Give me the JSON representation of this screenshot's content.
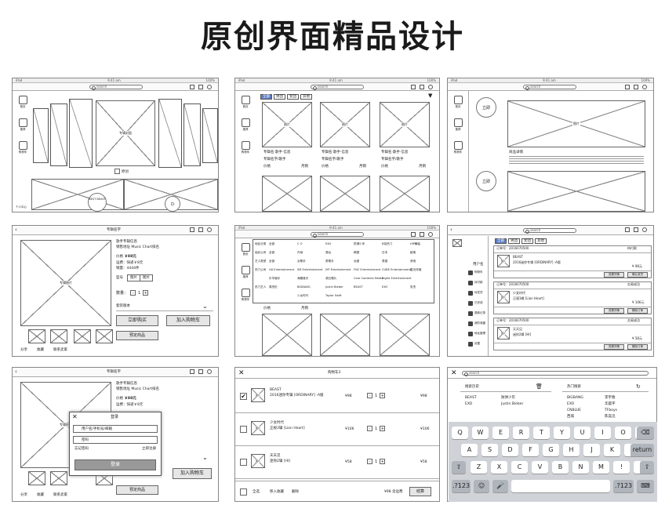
{
  "page_title": "原创界面精品设计",
  "search": "search",
  "statusbar": {
    "left": "iPad",
    "center": "9:41 am",
    "right": "100%"
  },
  "f1": {
    "side": [
      "首页",
      "推荐",
      "购物车",
      "个人中心"
    ],
    "cover_label": "专辑封面",
    "radio": "原创",
    "disc": [
      "BEST\nBEAST",
      "D"
    ]
  },
  "f2": {
    "tabs": [
      "全部",
      "男团",
      "女团",
      "其他"
    ],
    "cards": [
      {
        "img": "图片",
        "title": "专辑名·歌手·信息",
        "sub": "专辑名字/歌手",
        "price": "价格",
        "sales": "月销"
      },
      {
        "img": "图片",
        "title": "专辑名·歌手·信息",
        "sub": "专辑名字/歌手",
        "price": "价格",
        "sales": "月销"
      },
      {
        "img": "图片",
        "title": "专辑名·歌手·信息",
        "sub": "专辑名字/歌手",
        "price": "价格",
        "sales": "月销"
      }
    ]
  },
  "f3": {
    "circles": [
      "立即",
      "立即"
    ],
    "img": "图片",
    "heading": "商品详情"
  },
  "f4": {
    "name": "专辑名字",
    "img": "专辑图片",
    "info1": "歌手专辑信息",
    "info2": "销售地址 Music Chart排名",
    "price_lbl": "价格",
    "price": "￥88元",
    "stock": "运费：快递￥8元",
    "sales": "销量：4444件",
    "opt": "型号",
    "opt_vals": [
      "图片",
      "图片"
    ],
    "qty_lbl": "数量：",
    "qty": "1",
    "select": "套装版本",
    "buy": "立即购买",
    "cart": "加入购物车",
    "wish": "预定商品",
    "bottom": [
      "分享",
      "收藏",
      "联系卖家"
    ]
  },
  "f5": {
    "menu": [
      [
        "地区分类",
        "全部",
        "C O",
        "EXO",
        "防弹少年",
        "B站热门",
        "HIP舞曲"
      ],
      [
        "经纪公司",
        "全部",
        "内地",
        "港台",
        "韩国",
        "日本",
        "欧美"
      ],
      [
        "艺人类型",
        "全部",
        "女歌手",
        "男歌手",
        "女团",
        "男团",
        "其他"
      ],
      [
        "热门公司",
        "HA Entertainment",
        "SM Entertainment",
        "JYP Entertainment",
        "FNC Entertainment",
        "CUBE Entertainment",
        "星光传媒"
      ],
      [
        "",
        "乐华娱乐",
        "海蝶音乐",
        "滚石唱片",
        "Core Contents Media",
        "Bighit Entertainment",
        ""
      ],
      [
        "热门艺人",
        "周杰伦",
        "BIGBANG",
        "Justin Bieber",
        "BEAST",
        "EXO",
        "张杰"
      ],
      [
        "",
        "",
        "少女时代",
        "Taylor Swift",
        "",
        "",
        ""
      ]
    ]
  },
  "f6": {
    "side": [
      "购物车",
      "待付款",
      "待发货",
      "已完成",
      "退款记录",
      "我的收藏",
      "地址管理",
      "设置"
    ],
    "user": "用户名",
    "orders": [
      {
        "no": "订单号：2016070500",
        "status": "待付款",
        "artist": "BEAST",
        "album": "2016迷你专辑 [ORDINARY] -A版",
        "btns": [
          "查看详情",
          "确认收货"
        ],
        "total": "¥ 98元"
      },
      {
        "no": "订单号：2016070500",
        "status": "交易成功",
        "artist": "少女时代",
        "album": "正规3辑 [Lion Heart]",
        "btns": [
          "查看详情",
          "删除订单"
        ],
        "total": "¥ 106元"
      },
      {
        "no": "订单号：2016070500",
        "status": "交易成功",
        "artist": "天天见",
        "album": "迷你2辑 [HI]",
        "btns": [
          "查看详情",
          "删除订单"
        ],
        "total": "¥ 58元"
      }
    ]
  },
  "f7": {
    "login": "登录",
    "field1": "用户名/手机号/邮箱",
    "field2": "密码",
    "forget": "忘记密码",
    "register": "立即注册",
    "submit": "登录",
    "wish": "预定商品",
    "cart": "加入购物车"
  },
  "f8": {
    "title": "购物车3",
    "rows": [
      {
        "checked": true,
        "img": "图片",
        "artist": "BEAST",
        "album": "2016迷你专辑 [ORDINARY] -A版",
        "price": "¥98",
        "qty": "1",
        "sum": "¥98"
      },
      {
        "checked": false,
        "img": "图片",
        "artist": "少女时代",
        "album": "正规3辑 [Lion Heart]",
        "price": "¥106",
        "qty": "1",
        "sum": "¥106"
      },
      {
        "checked": false,
        "img": "图片",
        "artist": "天天见",
        "album": "迷你2辑 [HI]",
        "price": "¥58",
        "qty": "1",
        "sum": "¥58"
      }
    ],
    "footer": {
      "all": "全选",
      "fav": "移入收藏",
      "del": "删除",
      "total": "¥98",
      "ship": "含运费",
      "pay": "结算"
    }
  },
  "f9": {
    "hist": "搜索历史",
    "hot": "热门搜索",
    "hist_items": [
      [
        "BEAST",
        "防弹少年"
      ],
      [
        "EXO",
        "Justin Bieber"
      ]
    ],
    "hot_items": [
      [
        "BIGBANG",
        "李宇春"
      ],
      [
        "EXO",
        "华晨宇"
      ],
      [
        "CNBLUE",
        "TFboys"
      ],
      [
        "西城",
        "陈奕迅"
      ]
    ]
  },
  "keyboard": {
    "row1": [
      "Q",
      "W",
      "E",
      "R",
      "T",
      "Y",
      "U",
      "I",
      "O",
      "P"
    ],
    "row2": [
      "A",
      "S",
      "D",
      "F",
      "G",
      "H",
      "J",
      "K",
      "L"
    ],
    "row3": [
      "Z",
      "X",
      "C",
      "V",
      "B",
      "N",
      "M",
      "!",
      "?"
    ],
    "return": "return",
    "n123": ".?123"
  }
}
